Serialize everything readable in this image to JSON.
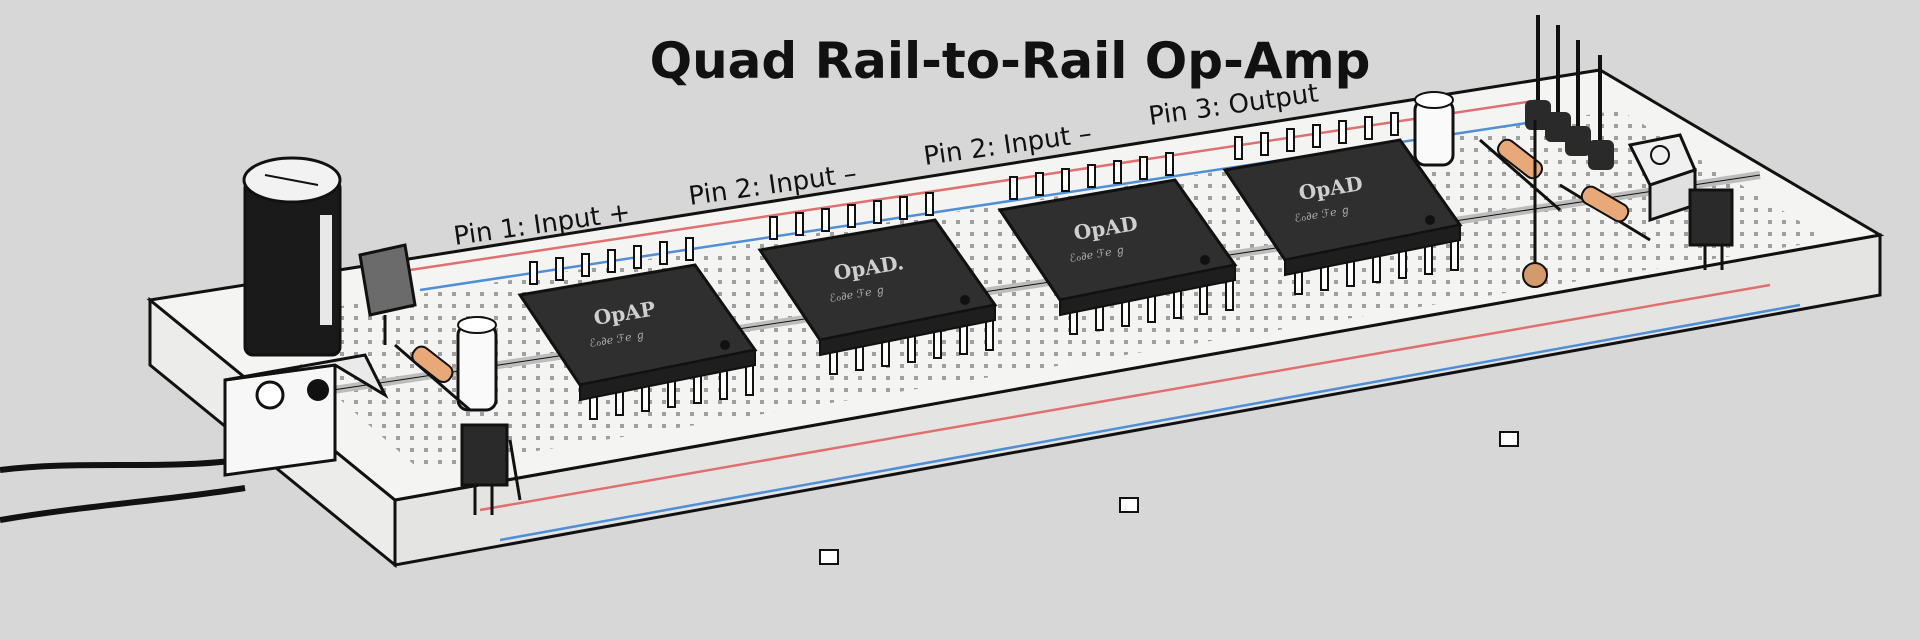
{
  "title": "Quad Rail-to-Rail Op-Amp",
  "pin_labels": [
    {
      "text": "Pin 1: Input +"
    },
    {
      "text": "Pin 2: Input –"
    },
    {
      "text": "Pin 2: Input –"
    },
    {
      "text": "Pin 3: Output"
    }
  ],
  "chips": [
    {
      "marking": "OpAP",
      "sub": "ℰℴ∂ℯ ℱℯ ℊ"
    },
    {
      "marking": "OpAD.",
      "sub": "ℰℴ∂ℯ ℱℯ ℊ"
    },
    {
      "marking": "OpAD",
      "sub": "ℰℴ∂ℯ ℱℯ ℊ"
    },
    {
      "marking": "OpAD",
      "sub": "ℰℴ∂ℯ ℱℯ ℊ"
    }
  ],
  "colors": {
    "background": "#d7d7d7",
    "board": "#f4f4f2",
    "rail_red": "#e07070",
    "rail_blue": "#4f8fd8",
    "chip": "#2f2f2f"
  }
}
